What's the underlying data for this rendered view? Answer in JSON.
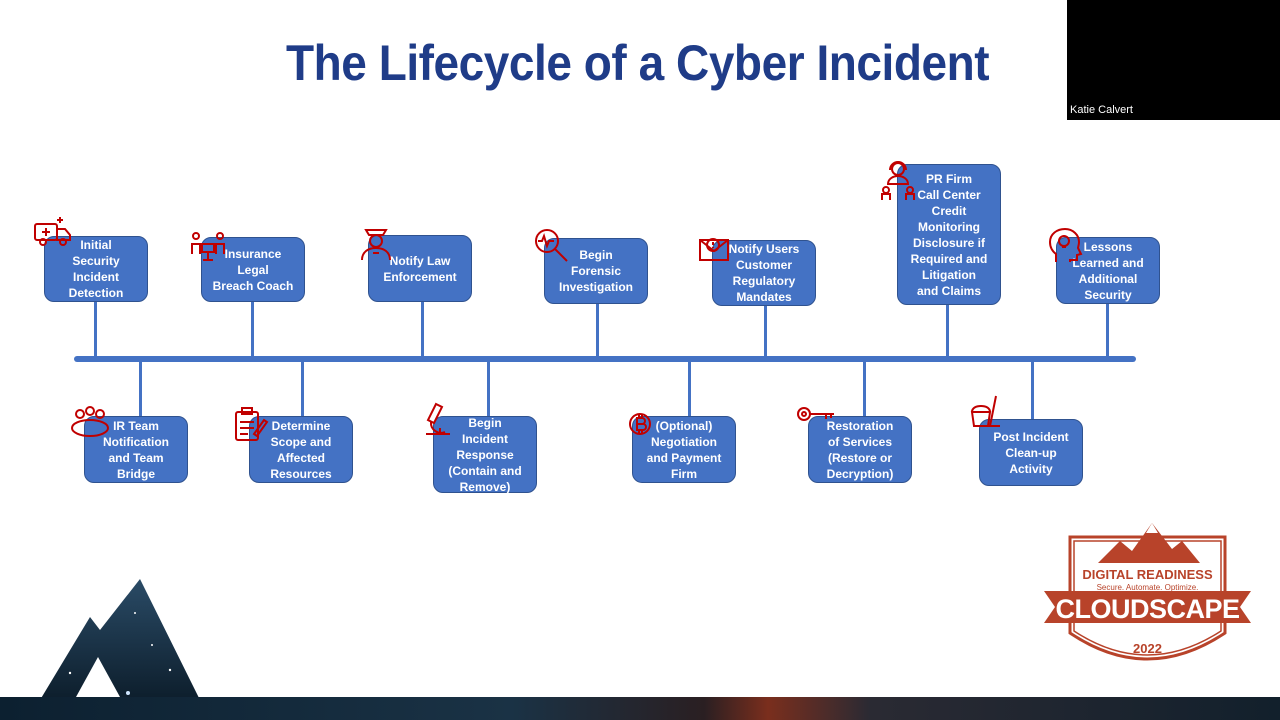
{
  "slide": {
    "title": "The Lifecycle of a Cyber Incident"
  },
  "video": {
    "participant_name": "Katie Calvert"
  },
  "steps_top": [
    {
      "label": "Initial\nSecurity\nIncident\nDetection",
      "icon": "ambulance-icon"
    },
    {
      "label": "Insurance\nLegal\nBreach Coach",
      "icon": "meeting-icon"
    },
    {
      "label": "Notify Law\nEnforcement",
      "icon": "police-officer-icon"
    },
    {
      "label": "Begin\nForensic\nInvestigation",
      "icon": "magnifier-pulse-icon"
    },
    {
      "label": "Notify Users\nCustomer\nRegulatory\nMandates",
      "icon": "email-alert-icon"
    },
    {
      "label": "PR Firm\nCall Center\nCredit\nMonitoring\nDisclosure if\nRequired and\nLitigation\nand Claims",
      "icon": "support-agent-icon"
    },
    {
      "label": "Lessons\nLearned and\nAdditional\nSecurity",
      "icon": "head-lightbulb-icon"
    }
  ],
  "steps_bottom": [
    {
      "label": "IR Team\nNotification\nand Team\nBridge",
      "icon": "team-icon"
    },
    {
      "label": "Determine\nScope and\nAffected\nResources",
      "icon": "clipboard-icon"
    },
    {
      "label": "Begin\nIncident\nResponse\n(Contain and\nRemove)",
      "icon": "microscope-icon"
    },
    {
      "label": "(Optional)\nNegotiation\nand Payment\nFirm",
      "icon": "bitcoin-icon"
    },
    {
      "label": "Restoration\nof Services\n(Restore or\nDecryption)",
      "icon": "key-icon"
    },
    {
      "label": "Post Incident\nClean-up\nActivity",
      "icon": "cleaning-bucket-icon"
    }
  ],
  "badge": {
    "line1": "DIGITAL READINESS",
    "tagline": "Secure. Automate. Optimize.",
    "name": "CLOUDSCAPE",
    "year": "2022"
  },
  "colors": {
    "title": "#1f3c88",
    "box_fill": "#4472c4",
    "box_border": "#2f528f",
    "icon_red": "#c00000",
    "badge_red": "#b8432a"
  }
}
